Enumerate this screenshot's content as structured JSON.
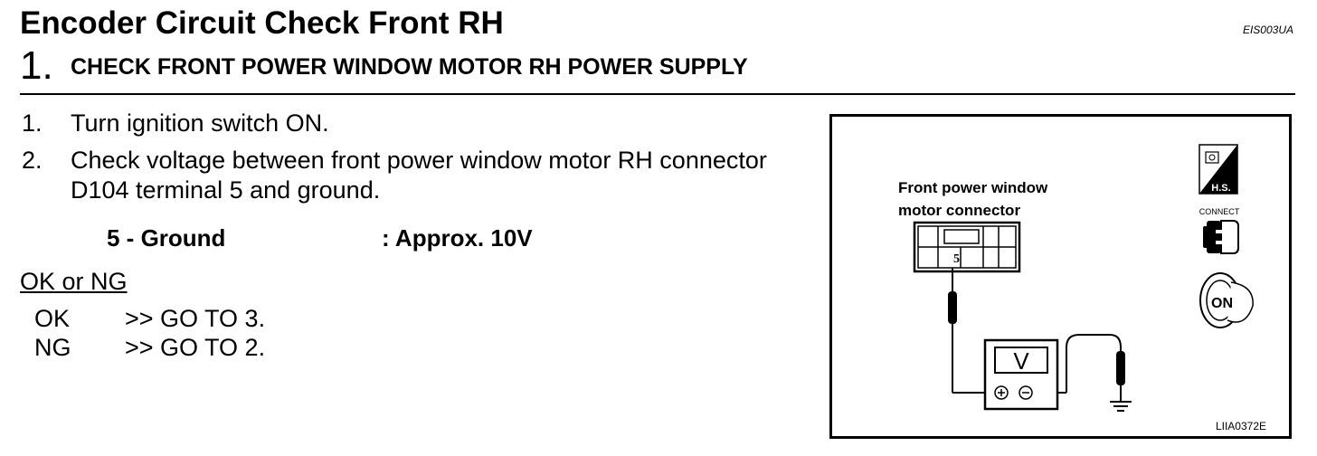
{
  "header": {
    "title": "Encoder Circuit Check Front RH",
    "doc_code": "EIS003UA"
  },
  "step": {
    "number": "1.",
    "title": "CHECK FRONT POWER WINDOW MOTOR RH POWER SUPPLY"
  },
  "instructions": [
    {
      "num": "1.",
      "line1": "Turn ignition switch ON.",
      "line2": ""
    },
    {
      "num": "2.",
      "line1": "Check voltage between front power window motor RH connector",
      "line2": "D104 terminal 5 and  ground."
    }
  ],
  "spec": {
    "label": "5 - Ground",
    "value": ": Approx. 10V"
  },
  "result": {
    "heading": "OK or NG",
    "rows": [
      {
        "status": "OK",
        "action": ">> GO TO 3."
      },
      {
        "status": "NG",
        "action": ">> GO TO 2."
      }
    ]
  },
  "figure": {
    "label_line1": "Front power window",
    "label_line2": "motor connector",
    "terminal": "5",
    "meter_symbol": "V",
    "hs_label": "H.S.",
    "connect_label": "CONNECT",
    "on_label": "ON",
    "figure_code": "LIIA0372E"
  }
}
